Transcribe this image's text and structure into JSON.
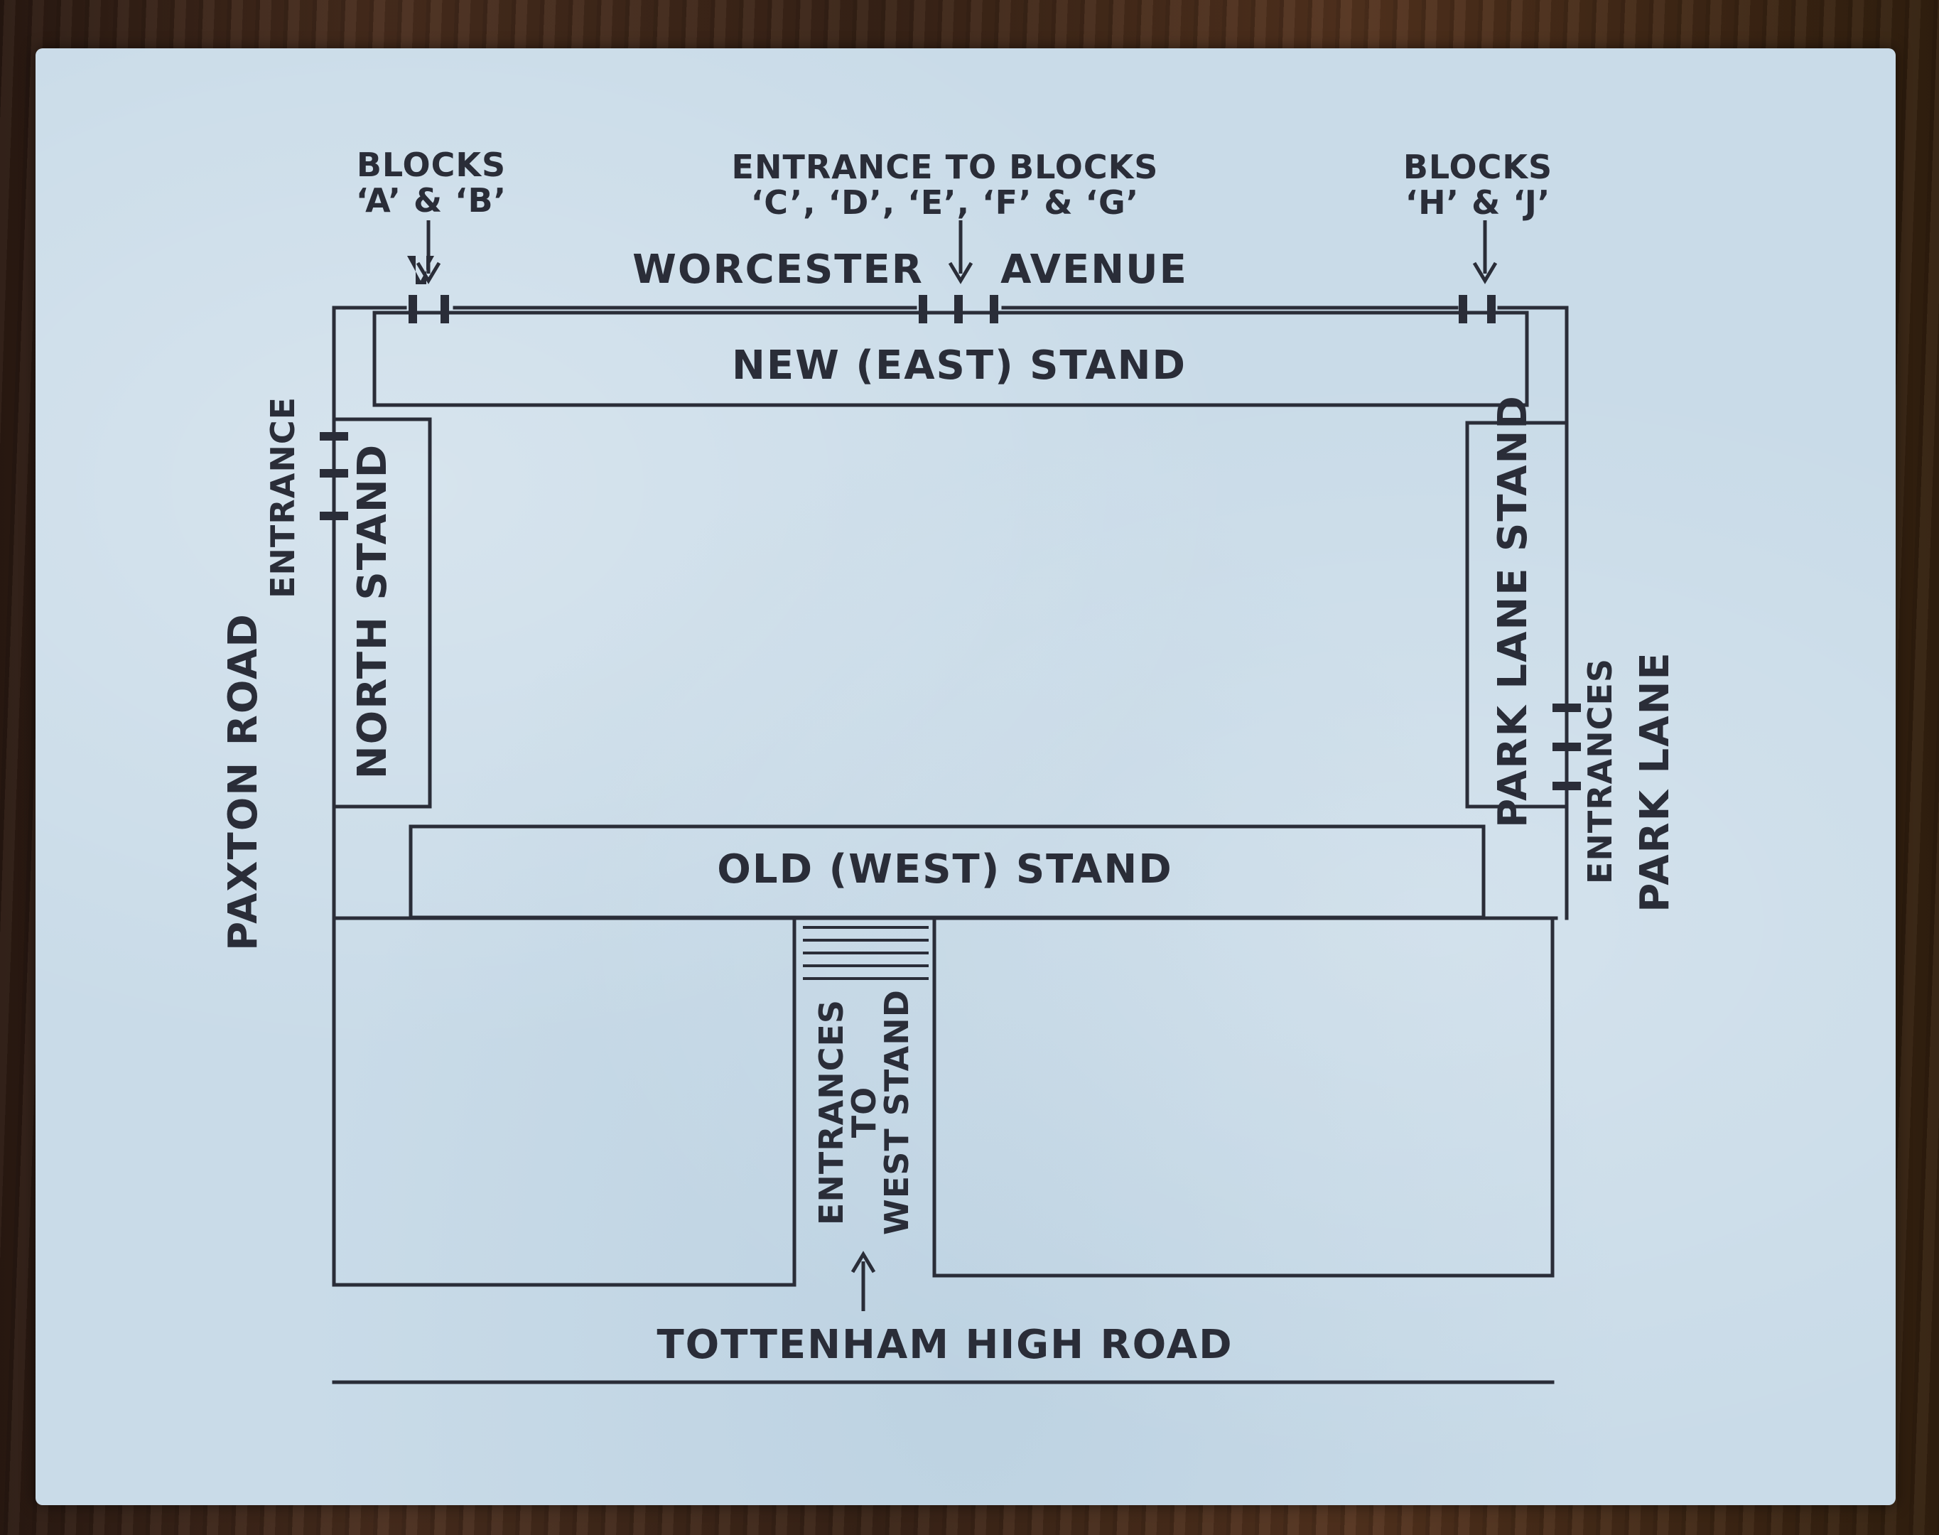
{
  "streets": {
    "top": "WORCESTER",
    "top2": "AVENUE",
    "left": "PAXTON ROAD",
    "right": "PARK LANE",
    "bottom": "TOTTENHAM HIGH ROAD"
  },
  "stands": {
    "east": "NEW (EAST) STAND",
    "west": "OLD (WEST) STAND",
    "north": "NORTH STAND",
    "park_lane": "PARK LANE STAND"
  },
  "entrances": {
    "blocks_ab_1": "BLOCKS",
    "blocks_ab_2": "‘A’ & ‘B’",
    "blocks_cg_1": "ENTRANCE TO BLOCKS",
    "blocks_cg_2": "‘C’, ‘D’, ‘E’, ‘F’ & ‘G’",
    "blocks_hj_1": "BLOCKS",
    "blocks_hj_2": "‘H’ & ‘J’",
    "north": "ENTRANCE",
    "park_lane": "ENTRANCES",
    "west_1": "ENTRANCES",
    "west_2": "TO",
    "west_3": "WEST STAND"
  }
}
